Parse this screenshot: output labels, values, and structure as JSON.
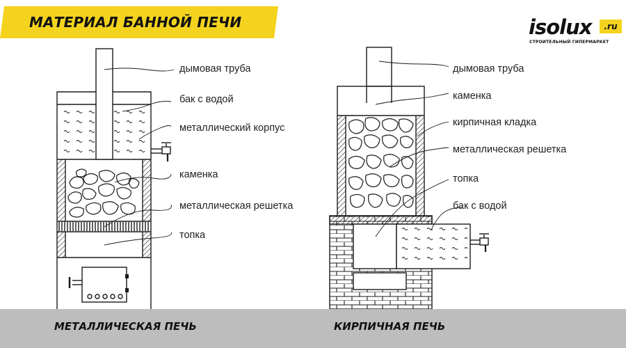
{
  "header": {
    "title": "МАТЕРИАЛ БАННОЙ ПЕЧИ"
  },
  "logo": {
    "name": "isolux",
    "tld": ".ru",
    "tagline": "СТРОИТЕЛЬНЫЙ ГИПЕРМАРКЕТ"
  },
  "left_stove": {
    "title": "МЕТАЛЛИЧЕСКАЯ ПЕЧЬ",
    "labels": [
      "дымовая труба",
      "бак с водой",
      "металлический корпус",
      "каменка",
      "металлическая решетка",
      "топка"
    ]
  },
  "right_stove": {
    "title": "КИРПИЧНАЯ ПЕЧЬ",
    "labels": [
      "дымовая труба",
      "каменка",
      "кирпичная кладка",
      "металлическая решетка",
      "топка",
      "бак с водой"
    ]
  },
  "colors": {
    "accent": "#f4d31e",
    "footer": "#bdbdbd",
    "line": "#1a1a1a"
  }
}
